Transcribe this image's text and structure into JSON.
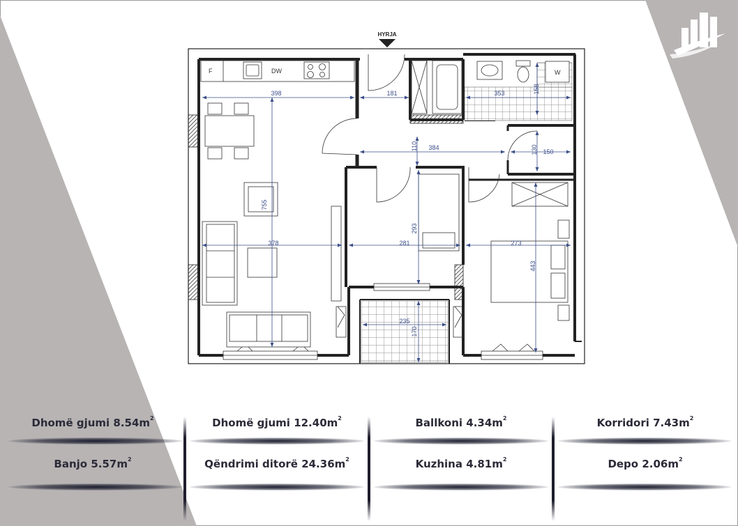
{
  "entrance_label": "HYRJA",
  "plan": {
    "fixtures": {
      "fridge": "F",
      "dishwasher": "DW",
      "washer": "W"
    },
    "dims": {
      "d398": "398",
      "d181": "181",
      "d353": "353",
      "d158": "158",
      "d110": "110",
      "d384": "384",
      "d130": "130",
      "d150": "150",
      "d755": "755",
      "d378": "378",
      "d281": "281",
      "d293": "293",
      "d273": "273",
      "d443": "443",
      "d235": "235",
      "d170": "170"
    }
  },
  "areas": [
    {
      "name": "Dhomë gjumi",
      "value": "8.54m",
      "sup": "2"
    },
    {
      "name": "Dhomë gjumi",
      "value": "12.40m",
      "sup": "2"
    },
    {
      "name": "Ballkoni",
      "value": "4.34m",
      "sup": "2"
    },
    {
      "name": "Korridori",
      "value": "7.43m",
      "sup": "2"
    },
    {
      "name": "Banjo",
      "value": "5.57m",
      "sup": "2"
    },
    {
      "name": "Qëndrimi ditorë",
      "value": "24.36m",
      "sup": "2"
    },
    {
      "name": "Kuzhina",
      "value": "4.81m",
      "sup": "2"
    },
    {
      "name": "Depo",
      "value": "2.06m",
      "sup": "2"
    }
  ],
  "colors": {
    "wall": "#222222",
    "dim": "#3c4f8a",
    "corner": "#b8b4b4",
    "text": "#2b2b38"
  }
}
